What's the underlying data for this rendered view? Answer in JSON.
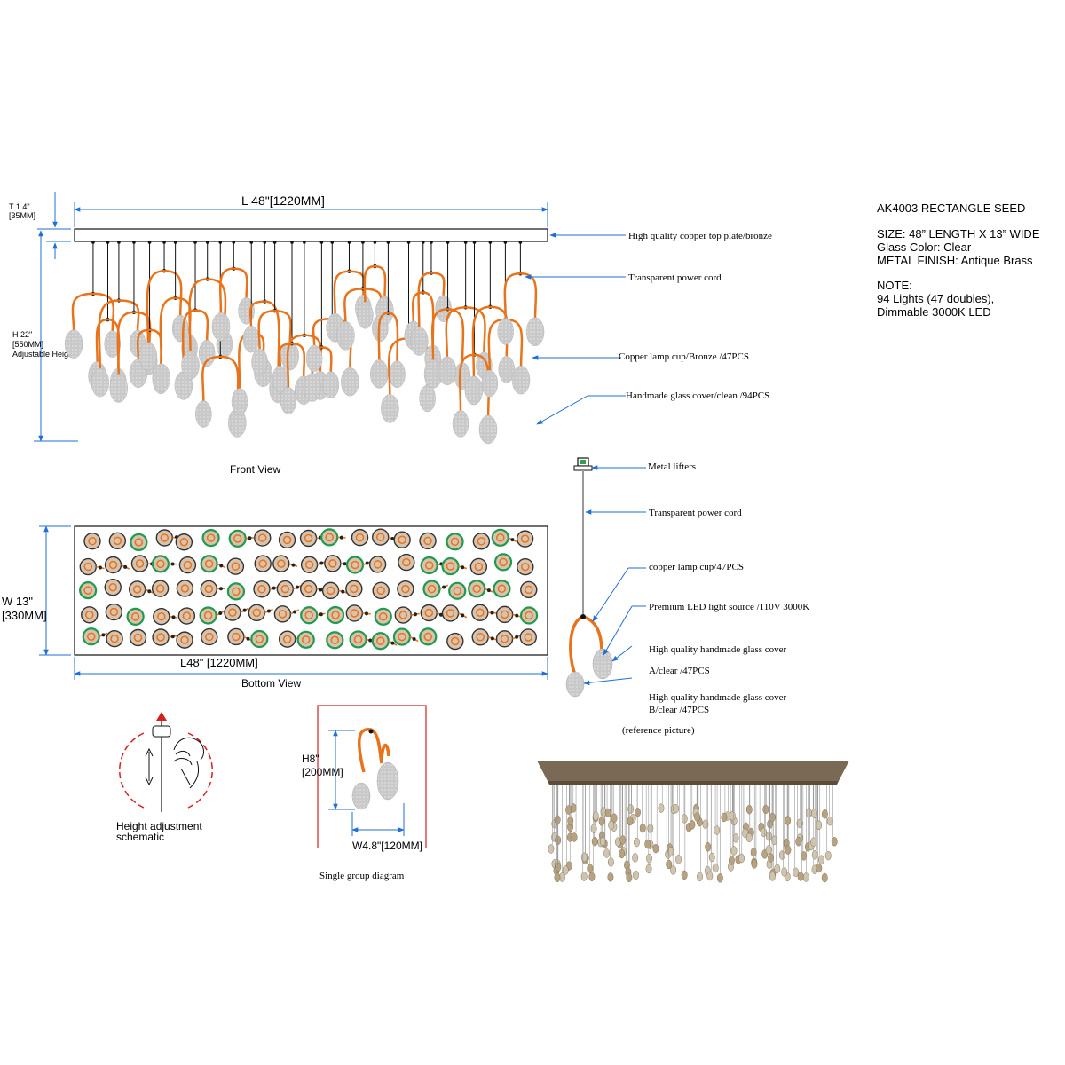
{
  "spec": {
    "model": "AK4003 RECTANGLE SEED",
    "size": "SIZE: 48”  LENGTH X 13”  WIDE",
    "glass": "Glass Color: Clear",
    "finish": "METAL FINISH: Antique Brass",
    "note_title": "NOTE:",
    "note_lights": "94 Lights (47 doubles),",
    "note_led": "Dimmable 3000K LED"
  },
  "front_view": {
    "caption": "Front View",
    "length": "L 48\"[1220MM]",
    "thickness_1": "T 1.4\"",
    "thickness_2": "[35MM]",
    "height_1": "H 22\"",
    "height_2": "[550MM]",
    "height_3": "Adjustable Height",
    "callouts": [
      "High quality copper top plate/bronze",
      "Transparent power cord",
      "Copper lamp cup/Bronze /47PCS",
      "Handmade glass cover/clean /94PCS"
    ]
  },
  "bottom_view": {
    "caption": "Bottom View",
    "length": "L48\" [1220MM]",
    "width_1": "W 13\"",
    "width_2": "[330MM]"
  },
  "detail": {
    "callouts": [
      "Metal lifters",
      "Transparent power cord",
      "copper lamp cup/47PCS",
      "Premium LED light source /110V 3000K",
      "High quality handmade glass cover",
      "A/clear /47PCS",
      "High quality handmade glass cover",
      "B/clear /47PCS"
    ],
    "caption": "(reference picture)"
  },
  "height_adjust": {
    "line1": "Height adjustment",
    "line2": "schematic"
  },
  "single_group": {
    "height_1": "H8\"",
    "height_2": "[200MM]",
    "width": "W4.8\"[120MM]",
    "caption": "Single group diagram"
  },
  "colors": {
    "dimension": "#1f6fd6",
    "copper": "#e8731a",
    "glass": "#c4c4c4",
    "ring_green": "#1f9a4f",
    "ring_dark": "#333333",
    "plate_photo": "#7a6a55",
    "red": "#d62020"
  },
  "icons": [
    "dimension-arrow-icon",
    "pendant-icon",
    "hand-icon",
    "updown-arrow-icon"
  ]
}
